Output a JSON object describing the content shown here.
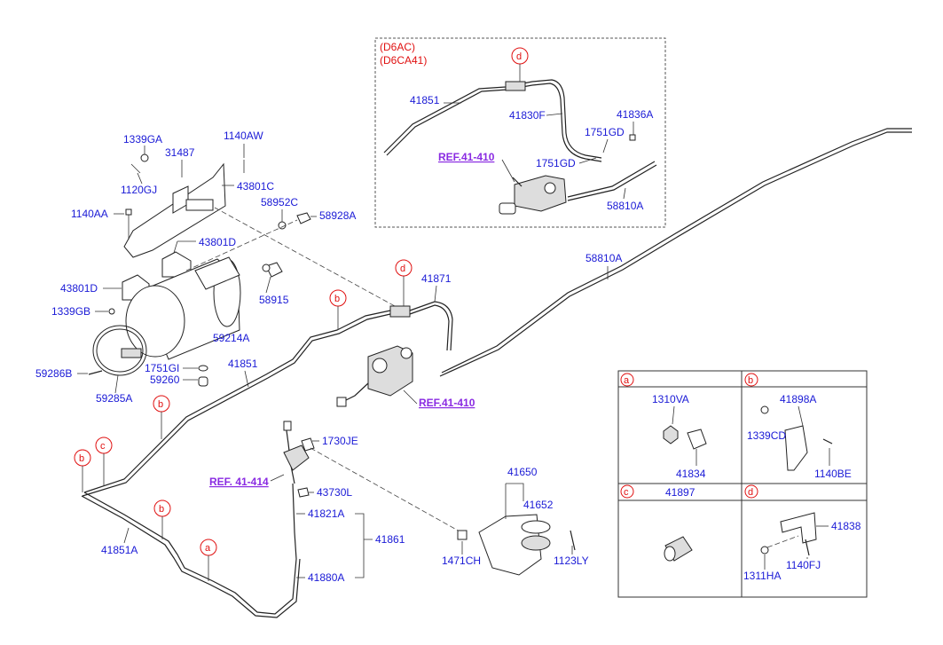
{
  "labels": {
    "l1339GA": "1339GA",
    "l31487": "31487",
    "l1140AW": "1140AW",
    "l1120GJ": "1120GJ",
    "l43801C": "43801C",
    "l1140AA": "1140AA",
    "l58952C": "58952C",
    "l58928A": "58928A",
    "l43801D_a": "43801D",
    "l43801D_b": "43801D",
    "l1339GB": "1339GB",
    "l58915": "58915",
    "l59214A": "59214A",
    "l59286B": "59286B",
    "l1751GI": "1751GI",
    "l59260": "59260",
    "l59285A": "59285A",
    "l41851": "41851",
    "l41871": "41871",
    "l58810A_main": "58810A",
    "l1730JE": "1730JE",
    "l43730L": "43730L",
    "l41821A": "41821A",
    "l41861": "41861",
    "l41880A": "41880A",
    "l41851A": "41851A",
    "l41650": "41650",
    "l41652": "41652",
    "l1471CH": "1471CH",
    "l1123LY": "1123LY"
  },
  "refs": {
    "ref41410_main": "REF.41-410",
    "ref41414": "REF. 41-414"
  },
  "callouts": {
    "a": "a",
    "b": "b",
    "c": "c",
    "d": "d"
  },
  "inset_top": {
    "engine1": "(D6AC)",
    "engine2": "(D6CA41)",
    "l41851": "41851",
    "l41830F": "41830F",
    "l41836A": "41836A",
    "l1751GD_a": "1751GD",
    "l1751GD_b": "1751GD",
    "l58810A": "58810A",
    "ref41410": "REF.41-410",
    "callout_d": "d"
  },
  "detail_table": {
    "a": {
      "letter": "a",
      "l1310VA": "1310VA",
      "l41834": "41834"
    },
    "b": {
      "letter": "b",
      "l41898A": "41898A",
      "l1339CD": "1339CD",
      "l1140BE": "1140BE"
    },
    "c": {
      "letter": "c",
      "l41897": "41897"
    },
    "d": {
      "letter": "d",
      "l41838": "41838",
      "l1311HA": "1311HA",
      "l1140FJ": "1140FJ"
    }
  },
  "colors": {
    "label": "#1a1ad6",
    "callout": "#e01010",
    "ref": "#8a2be2",
    "line": "#222222"
  }
}
